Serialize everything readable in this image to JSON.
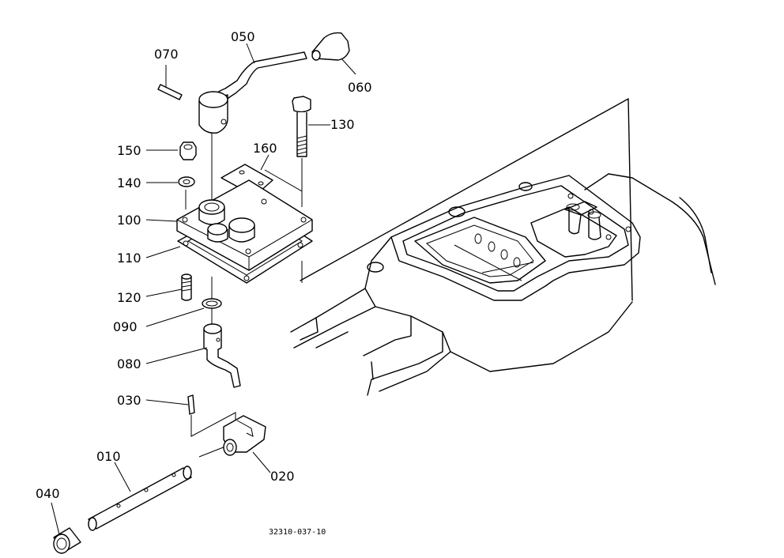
{
  "drawing_code": "32310-037-10",
  "callouts": {
    "p010": "010",
    "p020": "020",
    "p030": "030",
    "p040": "040",
    "p050": "050",
    "p060": "060",
    "p070": "070",
    "p080": "080",
    "p090": "090",
    "p100": "100",
    "p110": "110",
    "p120": "120",
    "p130": "130",
    "p140": "140",
    "p150": "150",
    "p160": "160"
  }
}
